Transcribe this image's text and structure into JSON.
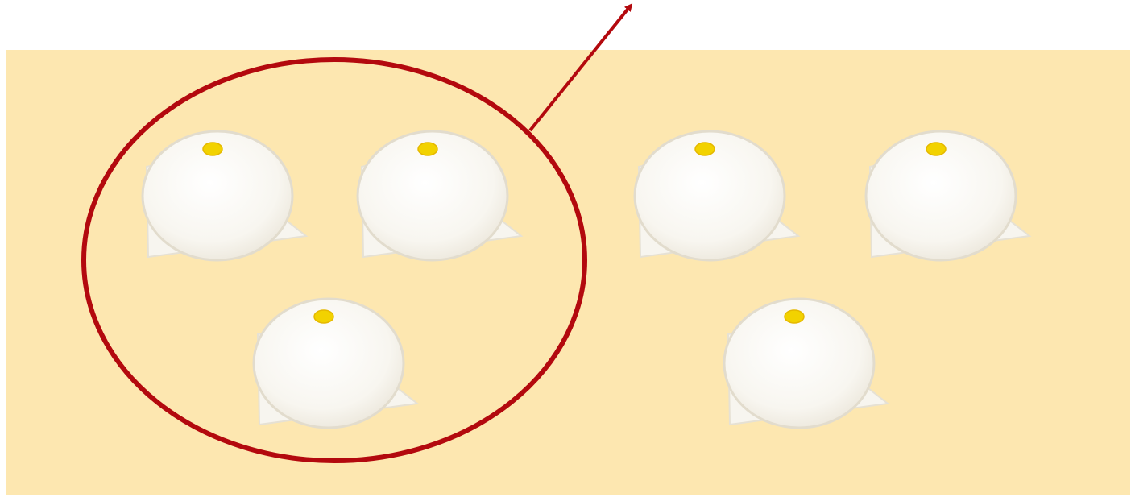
{
  "background": {
    "page": "#ffffff",
    "panel": "#fde7b0"
  },
  "colors": {
    "highlight": "#b3090e",
    "bun_fill": "#fbfaf6",
    "bun_edge": "#e2dccd",
    "paper": "#f7f5ef",
    "paper_edge": "#e6e1d4",
    "dot": "#f2d200",
    "dot_edge": "#e5b800"
  },
  "icons": {
    "item": "steamed-bun-icon",
    "highlight": "grouping-ellipse",
    "pointer": "arrow-up-right"
  },
  "groups": [
    {
      "name": "circled-group",
      "count": 3,
      "highlighted": true
    },
    {
      "name": "remaining-group",
      "count": 3,
      "highlighted": false
    }
  ],
  "total_count": 6
}
